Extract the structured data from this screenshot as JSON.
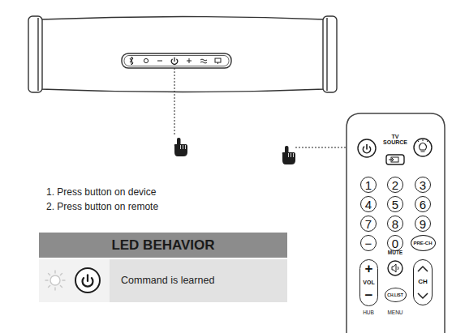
{
  "diagram": {
    "nodes": [
      {
        "text": [
          "LED BEHAVIOR"
        ]
      },
      {
        "text": [
          "Command is learned"
        ]
      },
      {
        "text": [
          "1"
        ]
      },
      {
        "text": [
          "2"
        ]
      },
      {
        "text": [
          "3"
        ]
      },
      {
        "text": [
          "4"
        ]
      },
      {
        "text": [
          "5"
        ]
      },
      {
        "text": [
          "6"
        ]
      },
      {
        "text": [
          "7"
        ]
      },
      {
        "text": [
          "8"
        ]
      },
      {
        "text": [
          "9"
        ]
      },
      {
        "text": [
          "−"
        ]
      },
      {
        "text": [
          "0"
        ]
      },
      {
        "text": [
          "PRE-CH"
        ]
      },
      {
        "text": [
          "+",
          "VOL",
          "−"
        ]
      },
      {
        "text": [
          "CH"
        ]
      },
      {
        "text": [
          "CH.LIST"
        ]
      }
    ],
    "labels": [
      "1. Press button on device",
      "2. Press button on remote",
      "TV SOURCE",
      "MUTE",
      "HUB",
      "MENU"
    ]
  }
}
